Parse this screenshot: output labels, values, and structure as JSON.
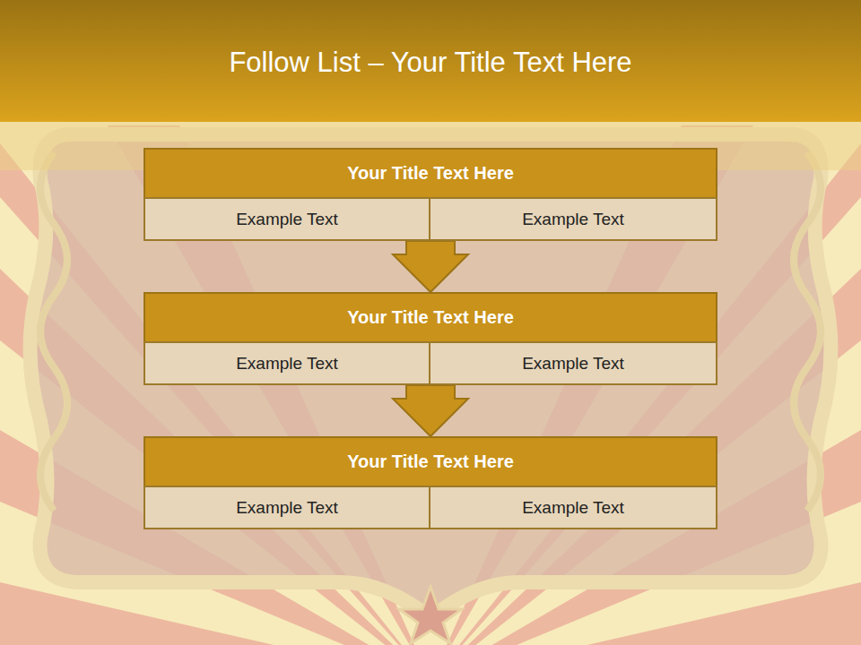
{
  "diagram": {
    "title": "Follow List – Your Title Text Here",
    "nodes": [
      {
        "text": [
          "Your Title Text Here"
        ]
      },
      {
        "text": [
          "Example Text"
        ],
        "in": 0
      },
      {
        "text": [
          "Example Text"
        ],
        "in": 0
      },
      {
        "text": [
          "Your Title Text Here"
        ]
      },
      {
        "text": [
          "Example Text"
        ],
        "in": 3
      },
      {
        "text": [
          "Example Text"
        ],
        "in": 3
      },
      {
        "text": [
          "Your Title Text Here"
        ]
      },
      {
        "text": [
          "Example Text"
        ],
        "in": 6
      },
      {
        "text": [
          "Example Text"
        ],
        "in": 6
      }
    ],
    "edges": [
      {
        "from": 0,
        "to": 3,
        "arrow": "to"
      },
      {
        "from": 3,
        "to": 6,
        "arrow": "to"
      }
    ]
  }
}
